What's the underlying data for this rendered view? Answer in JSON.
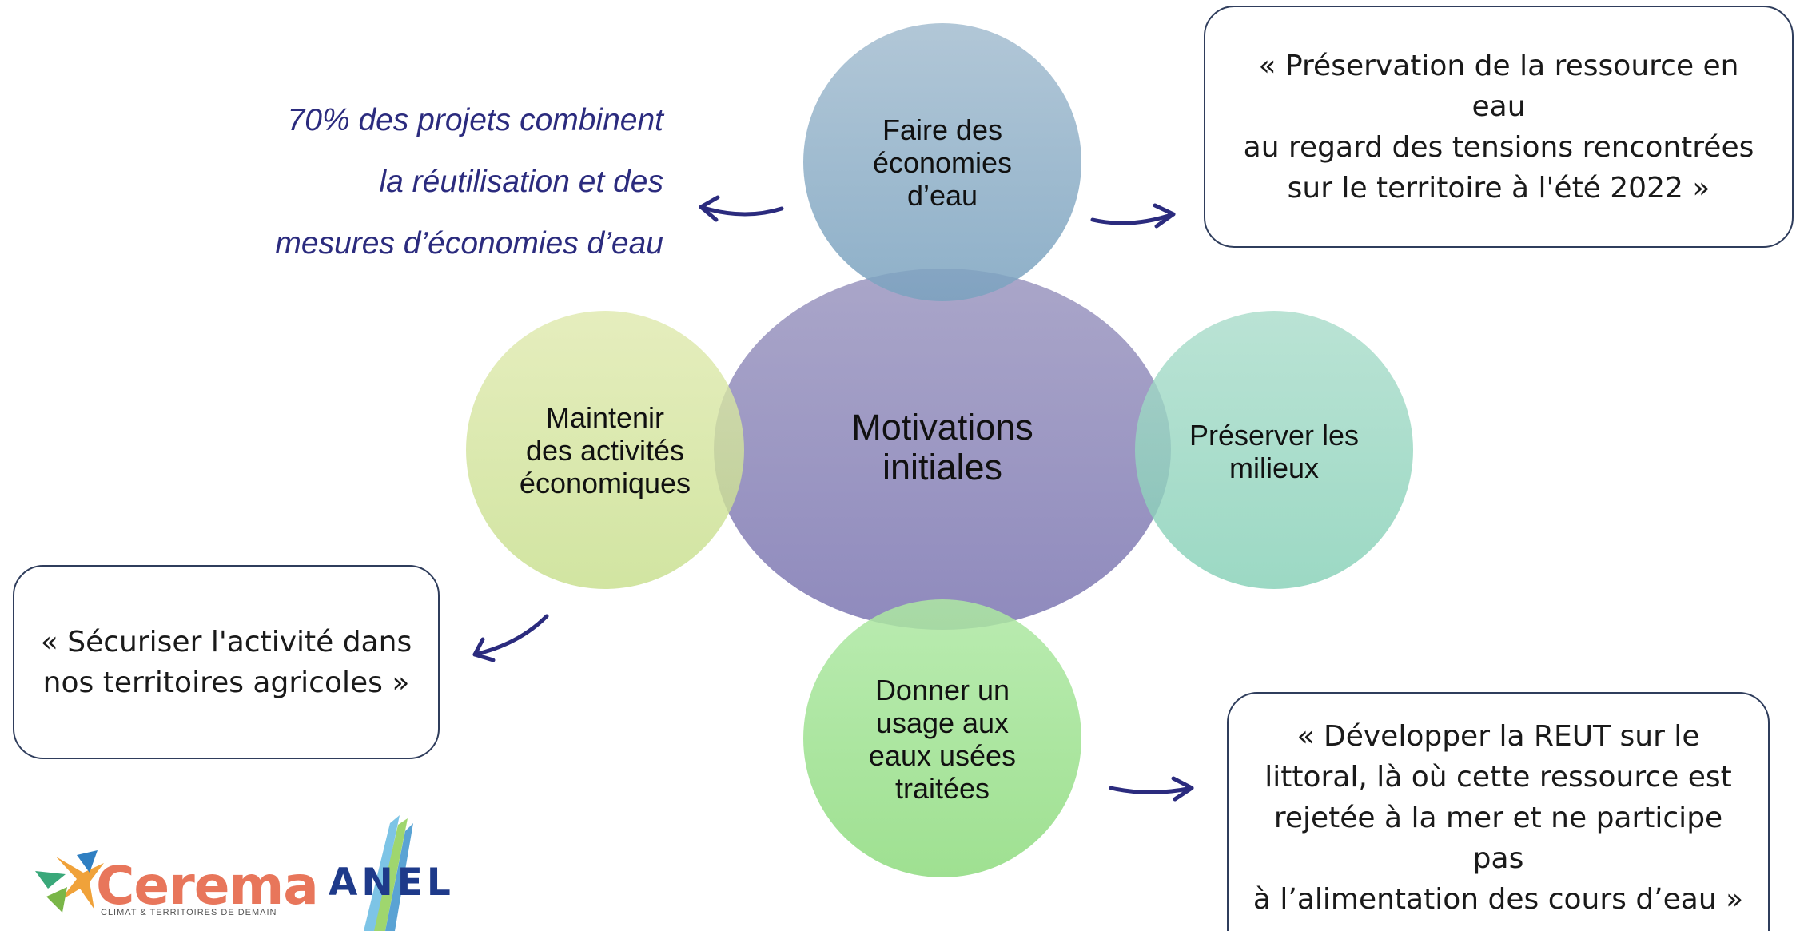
{
  "center": {
    "lines": [
      "Motivations",
      "initiales"
    ]
  },
  "circles": {
    "top": {
      "lines": [
        "Faire des",
        "économies",
        "d’eau"
      ]
    },
    "left": {
      "lines": [
        "Maintenir",
        "des activités",
        "économiques"
      ]
    },
    "right": {
      "lines": [
        "Préserver les",
        "milieux"
      ]
    },
    "bottom": {
      "lines": [
        "Donner un",
        "usage aux",
        "eaux usées",
        "traitées"
      ]
    }
  },
  "statement": {
    "lines": [
      "70% des projets combinent",
      "la réutilisation et des",
      "mesures d’économies d’eau"
    ]
  },
  "quotes": {
    "top_right": {
      "lines": [
        "« Préservation de la ressource en eau",
        "au regard des tensions rencontrées",
        "sur le territoire à l'été 2022 »"
      ]
    },
    "left": {
      "lines": [
        "« Sécuriser l'activité dans",
        "nos territoires agricoles »"
      ]
    },
    "bottom_right": {
      "lines": [
        "« Développer la REUT sur le",
        "littoral, là où cette ressource est",
        "rejetée à la mer et ne participe pas",
        "à l’alimentation des cours d’eau »"
      ]
    }
  },
  "logos": {
    "cerema": {
      "name": "Cerema",
      "tagline": "CLIMAT & TERRITOIRES DE DEMAIN"
    },
    "anel": {
      "name": "ANEL"
    }
  },
  "colors": {
    "center": "#9a95c2",
    "top": "#8aafc8",
    "left": "#d1e39a",
    "right": "#95d6c0",
    "bottom": "#9be28e",
    "arrow": "#2b2b7e",
    "statement": "#2b2b7e"
  }
}
